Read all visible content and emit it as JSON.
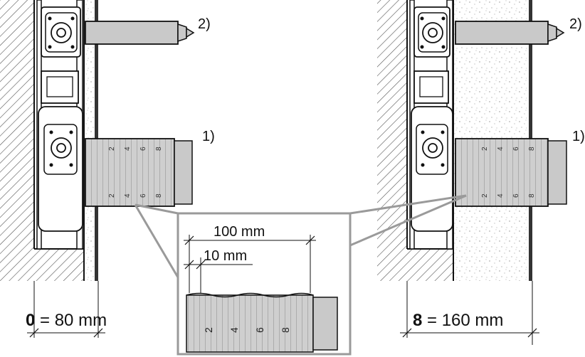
{
  "callouts": {
    "one": "1)",
    "two": "2)"
  },
  "dimensions": {
    "left": {
      "prefix": "0",
      "rest": " = 80 mm"
    },
    "right": {
      "prefix": "8",
      "rest": " = 160 mm"
    },
    "inset_outer": "100 mm",
    "inset_inner": "10 mm"
  },
  "sleeve_scale": [
    "2",
    "4",
    "6",
    "8"
  ]
}
